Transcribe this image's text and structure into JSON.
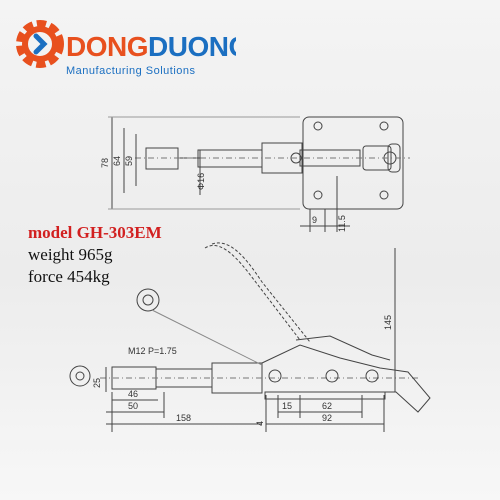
{
  "brand": {
    "name_part1": "DONG",
    "name_part2": "DUONG",
    "tagline": "Manufacturing Solutions",
    "color_orange": "#e8501e",
    "color_blue": "#1b6fc1"
  },
  "specs": {
    "model": "model GH-303EM",
    "weight": "weight 965g",
    "force": "force 454kg",
    "model_color": "#d22020"
  },
  "top_view": {
    "dim_78": "78",
    "dim_64": "64",
    "dim_59": "59",
    "dim_phi16": "Φ16",
    "dim_9": "9",
    "dim_11_5": "11.5"
  },
  "side_view": {
    "thread": "M12  P=1.75",
    "dim_25": "25",
    "dim_46": "46",
    "dim_50": "50",
    "dim_158": "158",
    "dim_4": "4",
    "dim_15": "15",
    "dim_62": "62",
    "dim_92": "92",
    "dim_145": "145"
  }
}
